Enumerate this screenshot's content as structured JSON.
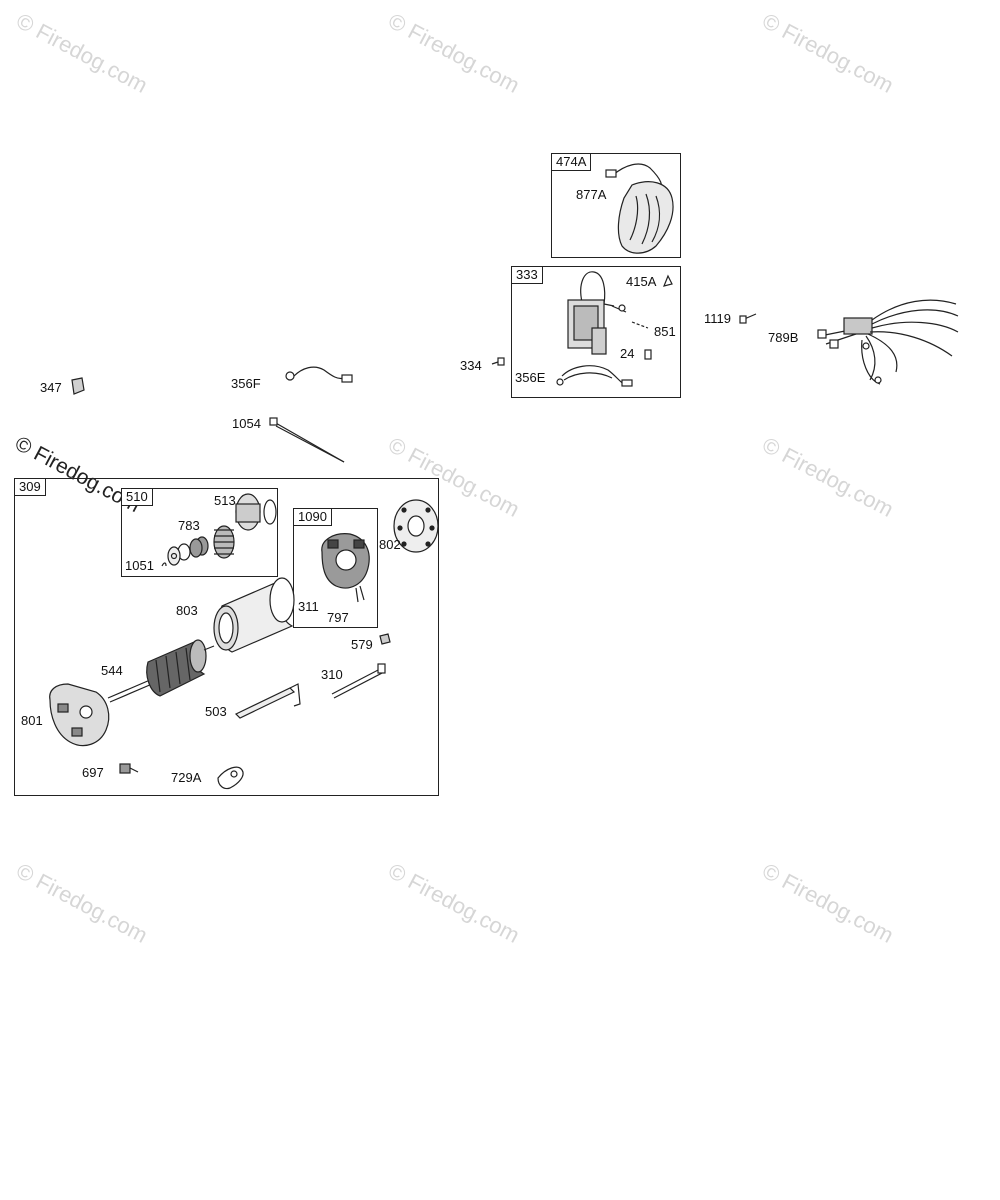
{
  "watermark": {
    "text": "© Firedog.com"
  },
  "boxes": {
    "b474a": "474A",
    "b333": "333",
    "b309": "309",
    "b510": "510",
    "b1090": "1090"
  },
  "labels": {
    "l877a": "877A",
    "l415a": "415A",
    "l851": "851",
    "l24": "24",
    "l356e": "356E",
    "l334": "334",
    "l1119": "1119",
    "l789b": "789B",
    "l347": "347",
    "l356f": "356F",
    "l1054": "1054",
    "l513": "513",
    "l783": "783",
    "l1051": "1051",
    "l802": "802",
    "l311": "311",
    "l797": "797",
    "l803": "803",
    "l579": "579",
    "l544": "544",
    "l310": "310",
    "l503": "503",
    "l801": "801",
    "l697": "697",
    "l729a": "729A"
  }
}
